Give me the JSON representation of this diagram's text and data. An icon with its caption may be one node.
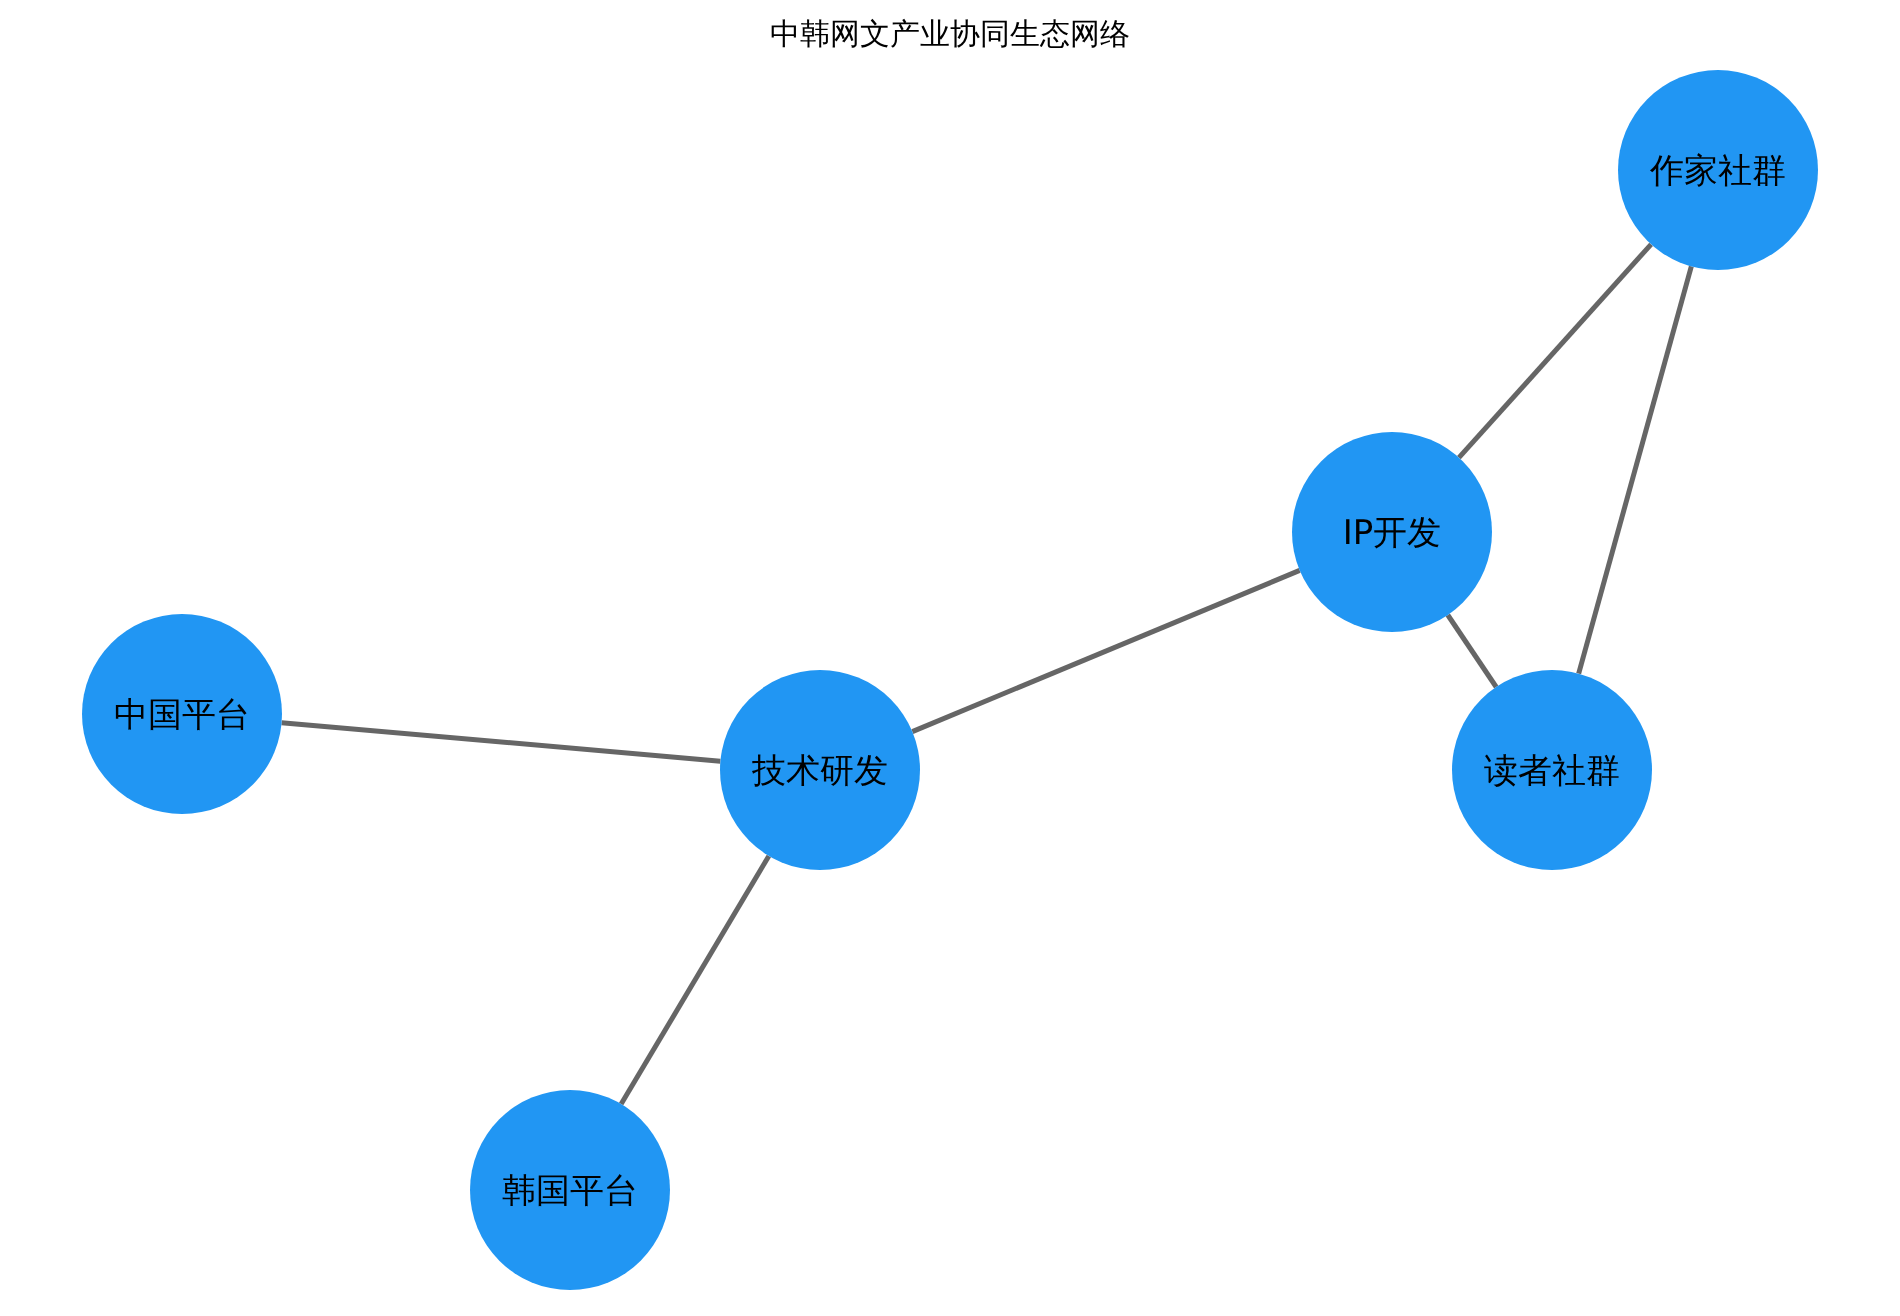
{
  "diagram": {
    "title": "中韩网文产业协同生态网络",
    "nodes": [
      {
        "text": [
          "中国平台"
        ]
      },
      {
        "text": [
          "韩国平台"
        ]
      },
      {
        "text": [
          "技术研发"
        ]
      },
      {
        "text": [
          "IP开发"
        ]
      },
      {
        "text": [
          "作家社群"
        ]
      },
      {
        "text": [
          "读者社群"
        ]
      }
    ],
    "edges": [
      {
        "from": 0,
        "to": 2,
        "arrow": "none"
      },
      {
        "from": 2,
        "to": 1,
        "arrow": "none"
      },
      {
        "from": 2,
        "to": 3,
        "arrow": "none"
      },
      {
        "from": 3,
        "to": 4,
        "arrow": "none"
      },
      {
        "from": 3,
        "to": 5,
        "arrow": "none"
      },
      {
        "from": 4,
        "to": 5,
        "arrow": "none"
      }
    ]
  }
}
